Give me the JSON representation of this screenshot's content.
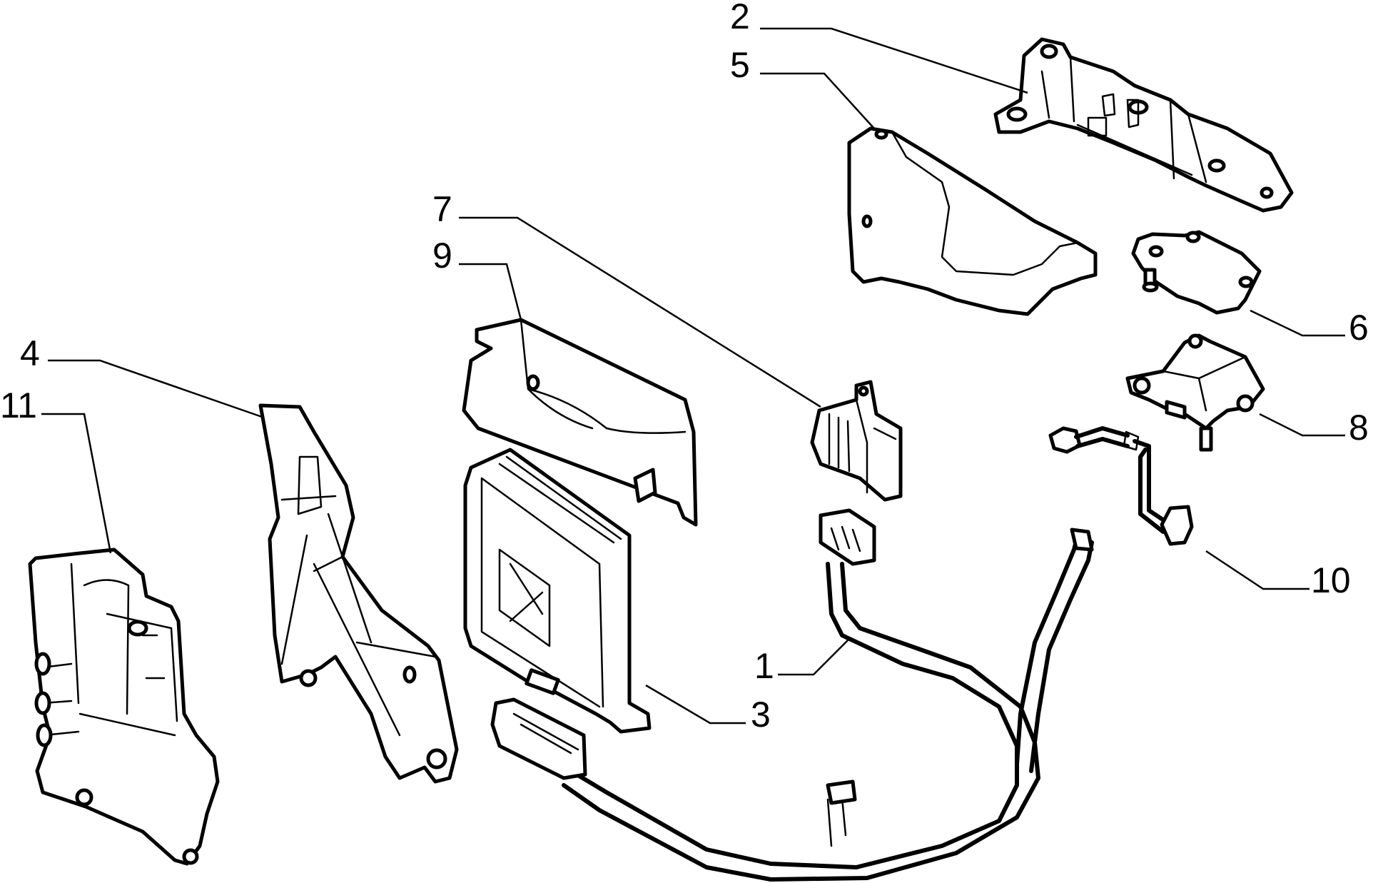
{
  "callouts": [
    {
      "id": "2",
      "label": "2"
    },
    {
      "id": "5",
      "label": "5"
    },
    {
      "id": "7",
      "label": "7"
    },
    {
      "id": "9",
      "label": "9"
    },
    {
      "id": "4",
      "label": "4"
    },
    {
      "id": "11",
      "label": "11"
    },
    {
      "id": "6",
      "label": "6"
    },
    {
      "id": "8",
      "label": "8"
    },
    {
      "id": "10",
      "label": "10"
    },
    {
      "id": "1",
      "label": "1"
    },
    {
      "id": "3",
      "label": "3"
    }
  ],
  "colors": {
    "line": "#000000",
    "background": "#ffffff"
  }
}
